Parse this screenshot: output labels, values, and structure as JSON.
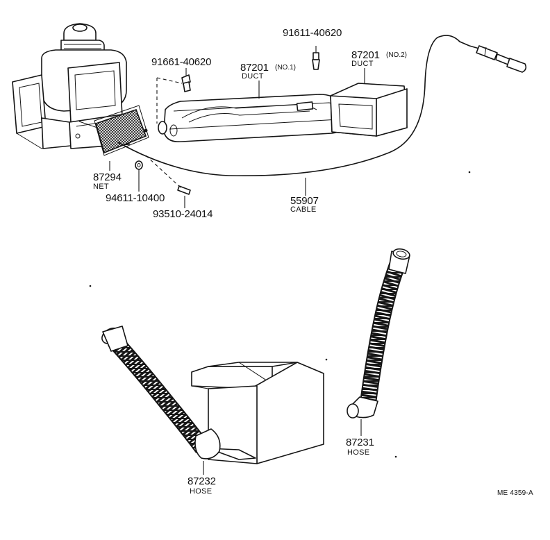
{
  "labels": {
    "part_91661_40620": "91661-40620",
    "part_91611_40620": "91611-40620",
    "duct_no1_number": "87201",
    "duct_no1_sub": "(NO.1)",
    "duct_no1_name": "DUCT",
    "duct_no2_number": "87201",
    "duct_no2_sub": "(NO.2)",
    "duct_no2_name": "DUCT",
    "net_number": "87294",
    "net_name": "NET",
    "part_94611_10400": "94611-10400",
    "part_93510_24014": "93510-24014",
    "cable_number": "55907",
    "cable_name": "CABLE",
    "hose_87231_number": "87231",
    "hose_87231_name": "HOSE",
    "hose_87232_number": "87232",
    "hose_87232_name": "HOSE",
    "drawing_code": "ME 4359-A"
  }
}
